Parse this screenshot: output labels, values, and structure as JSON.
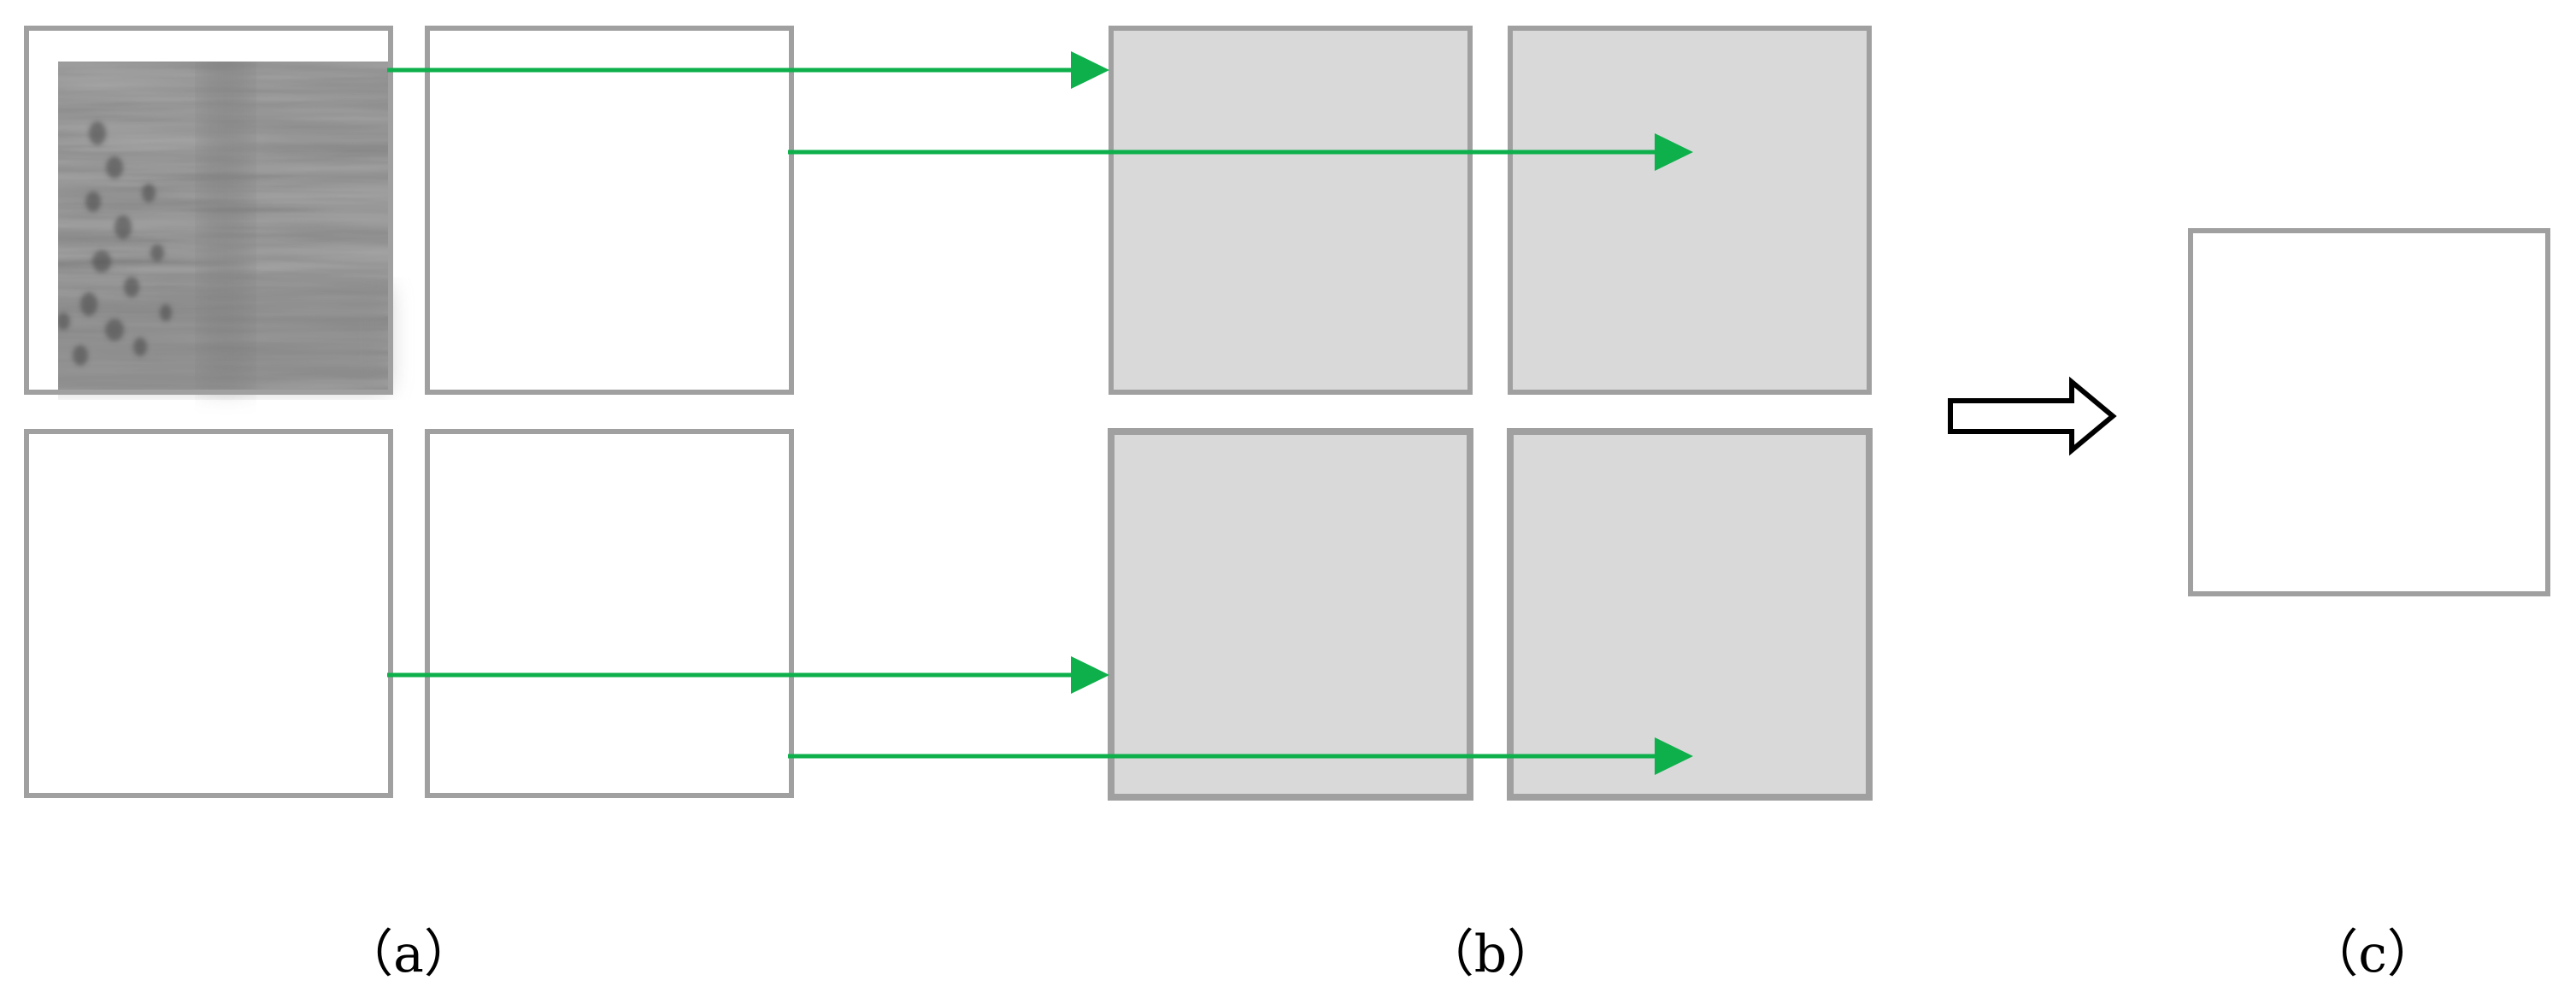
{
  "labels": {
    "a": "（a）",
    "b": "（b）",
    "c": "（c）"
  },
  "colors": {
    "arrow": "#0db04b",
    "panel_border": "#a0a0a0",
    "blank_fill": "#d9d9d9",
    "outline_arrow": "#000000"
  }
}
